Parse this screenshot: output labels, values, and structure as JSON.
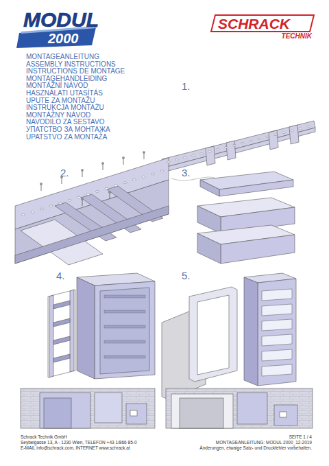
{
  "diagram": {
    "labels": [
      "MODUL",
      "2000",
      "SCHRACK",
      "TECHNIK",
      "MONTAGEANLEITUNG",
      "ASSEMBLY INSTRUCTIONS",
      "INSTRUCTIONS DE MONTAGE",
      "MONTAGEHANDLEIDING",
      "MONTÁŽNÍ NÁVOD",
      "HASZNÁLATI UTASÍTÁS",
      "UPUTE ZA MONTAŽU",
      "INSTRUKCJA MONTAŻU",
      "MONTÁŽNY NÁVOD",
      "NAVODILO ZA SESTAVO",
      "УПАТСТВО ЗА МОНТАЖА",
      "UPATSTVO ZA MONTAŽA",
      "1.",
      "2.",
      "3.",
      "4.",
      "5.",
      "Schrack Technik GmbH",
      "Seybelgasse 13, A - 1230 Wien, TELEFON +43 1/866 85-0",
      "E-MAIL info@schrack.com, INTERNET www.schrack.at",
      "SEITE 1 / 4",
      "MONTAGEANLEITUNG: MODUL 2000_12-2019",
      "Änderungen, etwaige Satz- und Druckfehler vorbehalten."
    ]
  }
}
